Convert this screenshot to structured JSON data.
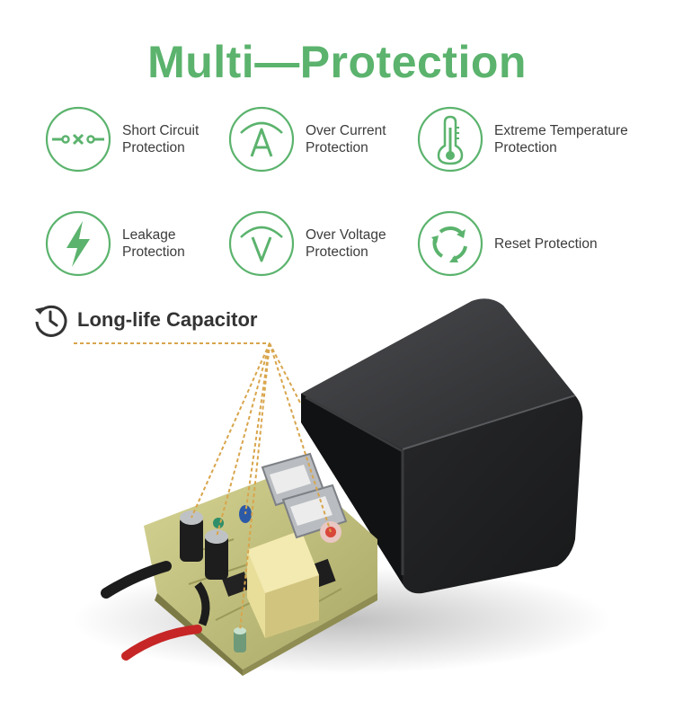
{
  "title": "Multi—Protection",
  "features": [
    {
      "icon": "short-circuit-icon",
      "lines": [
        "Short Circuit",
        "Protection"
      ]
    },
    {
      "icon": "ammeter-icon",
      "lines": [
        "Over Current",
        "Protection"
      ]
    },
    {
      "icon": "thermometer-icon",
      "lines": [
        "Extreme Temperature",
        "Protection"
      ]
    },
    {
      "icon": "lightning-bolt-icon",
      "lines": [
        "Leakage",
        "Protection"
      ]
    },
    {
      "icon": "voltmeter-icon",
      "lines": [
        "Over Voltage",
        "Protection"
      ]
    },
    {
      "icon": "reset-cycle-icon",
      "lines": [
        "Reset Protection"
      ]
    }
  ],
  "capacitor": {
    "icon": "clock-history-icon",
    "label": "Long-life Capacitor"
  },
  "colors": {
    "accent": "#5bb36d",
    "text": "#3c3c3c",
    "heading": "#333333",
    "charger": "#262729",
    "pcb": "#c7c77a",
    "guide": "#d8a54c"
  }
}
